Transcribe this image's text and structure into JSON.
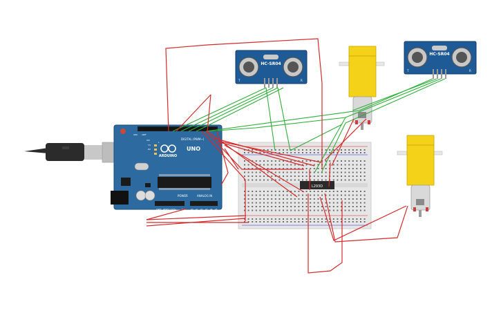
{
  "arduino": {
    "brand": "ARDUINO",
    "model": "UNO",
    "digital_label": "DIGITAL (PWM~)",
    "power_label": "POWER",
    "analog_label": "ANALOG IN",
    "tx_label": "TX",
    "rx_label": "RX",
    "l_label": "L",
    "on_label": "ON",
    "aref_label": "AREF",
    "gnd_label": "GND",
    "ioref_label": "IOREF",
    "reset_label": "RESET",
    "v33_label": "3.3V",
    "v5_label": "5V",
    "vin_label": "Vin",
    "a0_label": "A0",
    "a1_label": "A1",
    "a2_label": "A2",
    "a3_label": "A3",
    "a4_label": "A4",
    "a5_label": "A5"
  },
  "sensors": [
    {
      "model": "HC-SR04",
      "left_mark": "T",
      "right_mark": "R"
    },
    {
      "model": "HC-SR04",
      "left_mark": "T",
      "right_mark": "R"
    }
  ],
  "driver_ic": {
    "label": "L293D"
  },
  "colors": {
    "board": "#2c6aa0",
    "wire_red": "#d42a2a",
    "wire_green": "#2fae3a",
    "motor_yellow": "#f4d21a",
    "sensor_blue": "#1e5a96",
    "breadboard": "#e6e6e6"
  }
}
